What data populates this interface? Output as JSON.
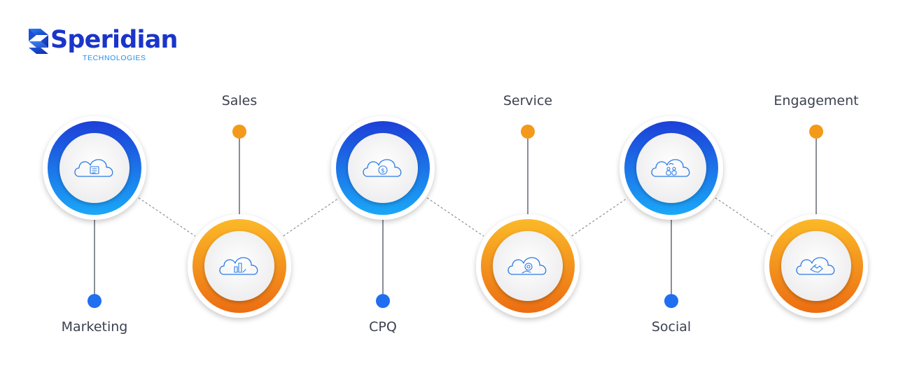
{
  "logo": {
    "name": "Speridian",
    "subtitle": "TECHNOLOGIES"
  },
  "colors": {
    "blue": "#1f6ff0",
    "orange": "#f39a1a",
    "text": "#3c4150"
  },
  "steps": [
    {
      "label": "Marketing",
      "color": "blue",
      "icon": "marketing-cloud-icon"
    },
    {
      "label": "Sales",
      "color": "orange",
      "icon": "sales-cloud-icon"
    },
    {
      "label": "CPQ",
      "color": "blue",
      "icon": "cpq-cloud-icon"
    },
    {
      "label": "Service",
      "color": "orange",
      "icon": "service-cloud-icon"
    },
    {
      "label": "Social",
      "color": "blue",
      "icon": "social-cloud-icon"
    },
    {
      "label": "Engagement",
      "color": "orange",
      "icon": "engagement-cloud-icon"
    }
  ]
}
